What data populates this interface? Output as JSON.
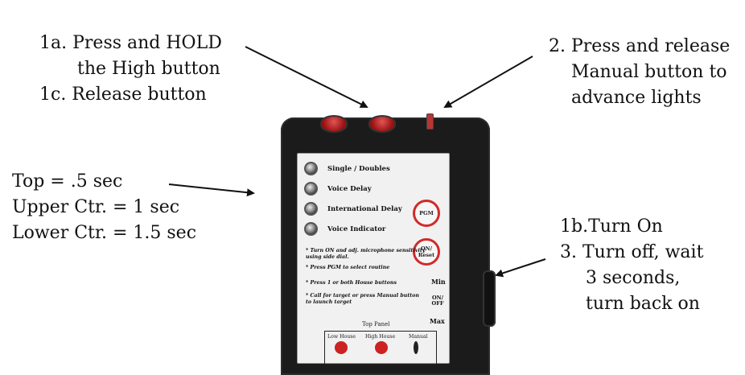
{
  "annotations": {
    "step1": [
      "1a. Press and HOLD",
      "the High  button",
      "1c. Release button"
    ],
    "step2": [
      "2. Press and release",
      "Manual button to",
      "advance lights"
    ],
    "timing": [
      "Top = .5 sec",
      "Upper Ctr. = 1 sec",
      "Lower Ctr. = 1.5 sec"
    ],
    "step3": [
      "1b.Turn On",
      "3. Turn off, wait",
      "3 seconds,",
      "turn back on"
    ]
  },
  "panel": {
    "lights": [
      "Single / Doubles",
      "Voice Delay",
      "International Delay",
      "Voice Indicator"
    ],
    "pgm_label": "PGM",
    "on_reset_label": "ON/ Reset",
    "instructions": [
      "* Turn ON and adj. microphone sensitivity using side dial.",
      "* Press PGM to select routine",
      "* Press 1 or both House buttons",
      "* Call for target or press Manual button to launch target"
    ],
    "min_label": "Min",
    "on_off_label": "ON/ OFF",
    "max_label": "Max",
    "top_panel": {
      "title": "Top Panel",
      "buttons": [
        "Low House",
        "High House",
        "Manual"
      ]
    }
  },
  "colors": {
    "accent_red": "#d12a2a",
    "device_body": "#1b1b1b"
  }
}
